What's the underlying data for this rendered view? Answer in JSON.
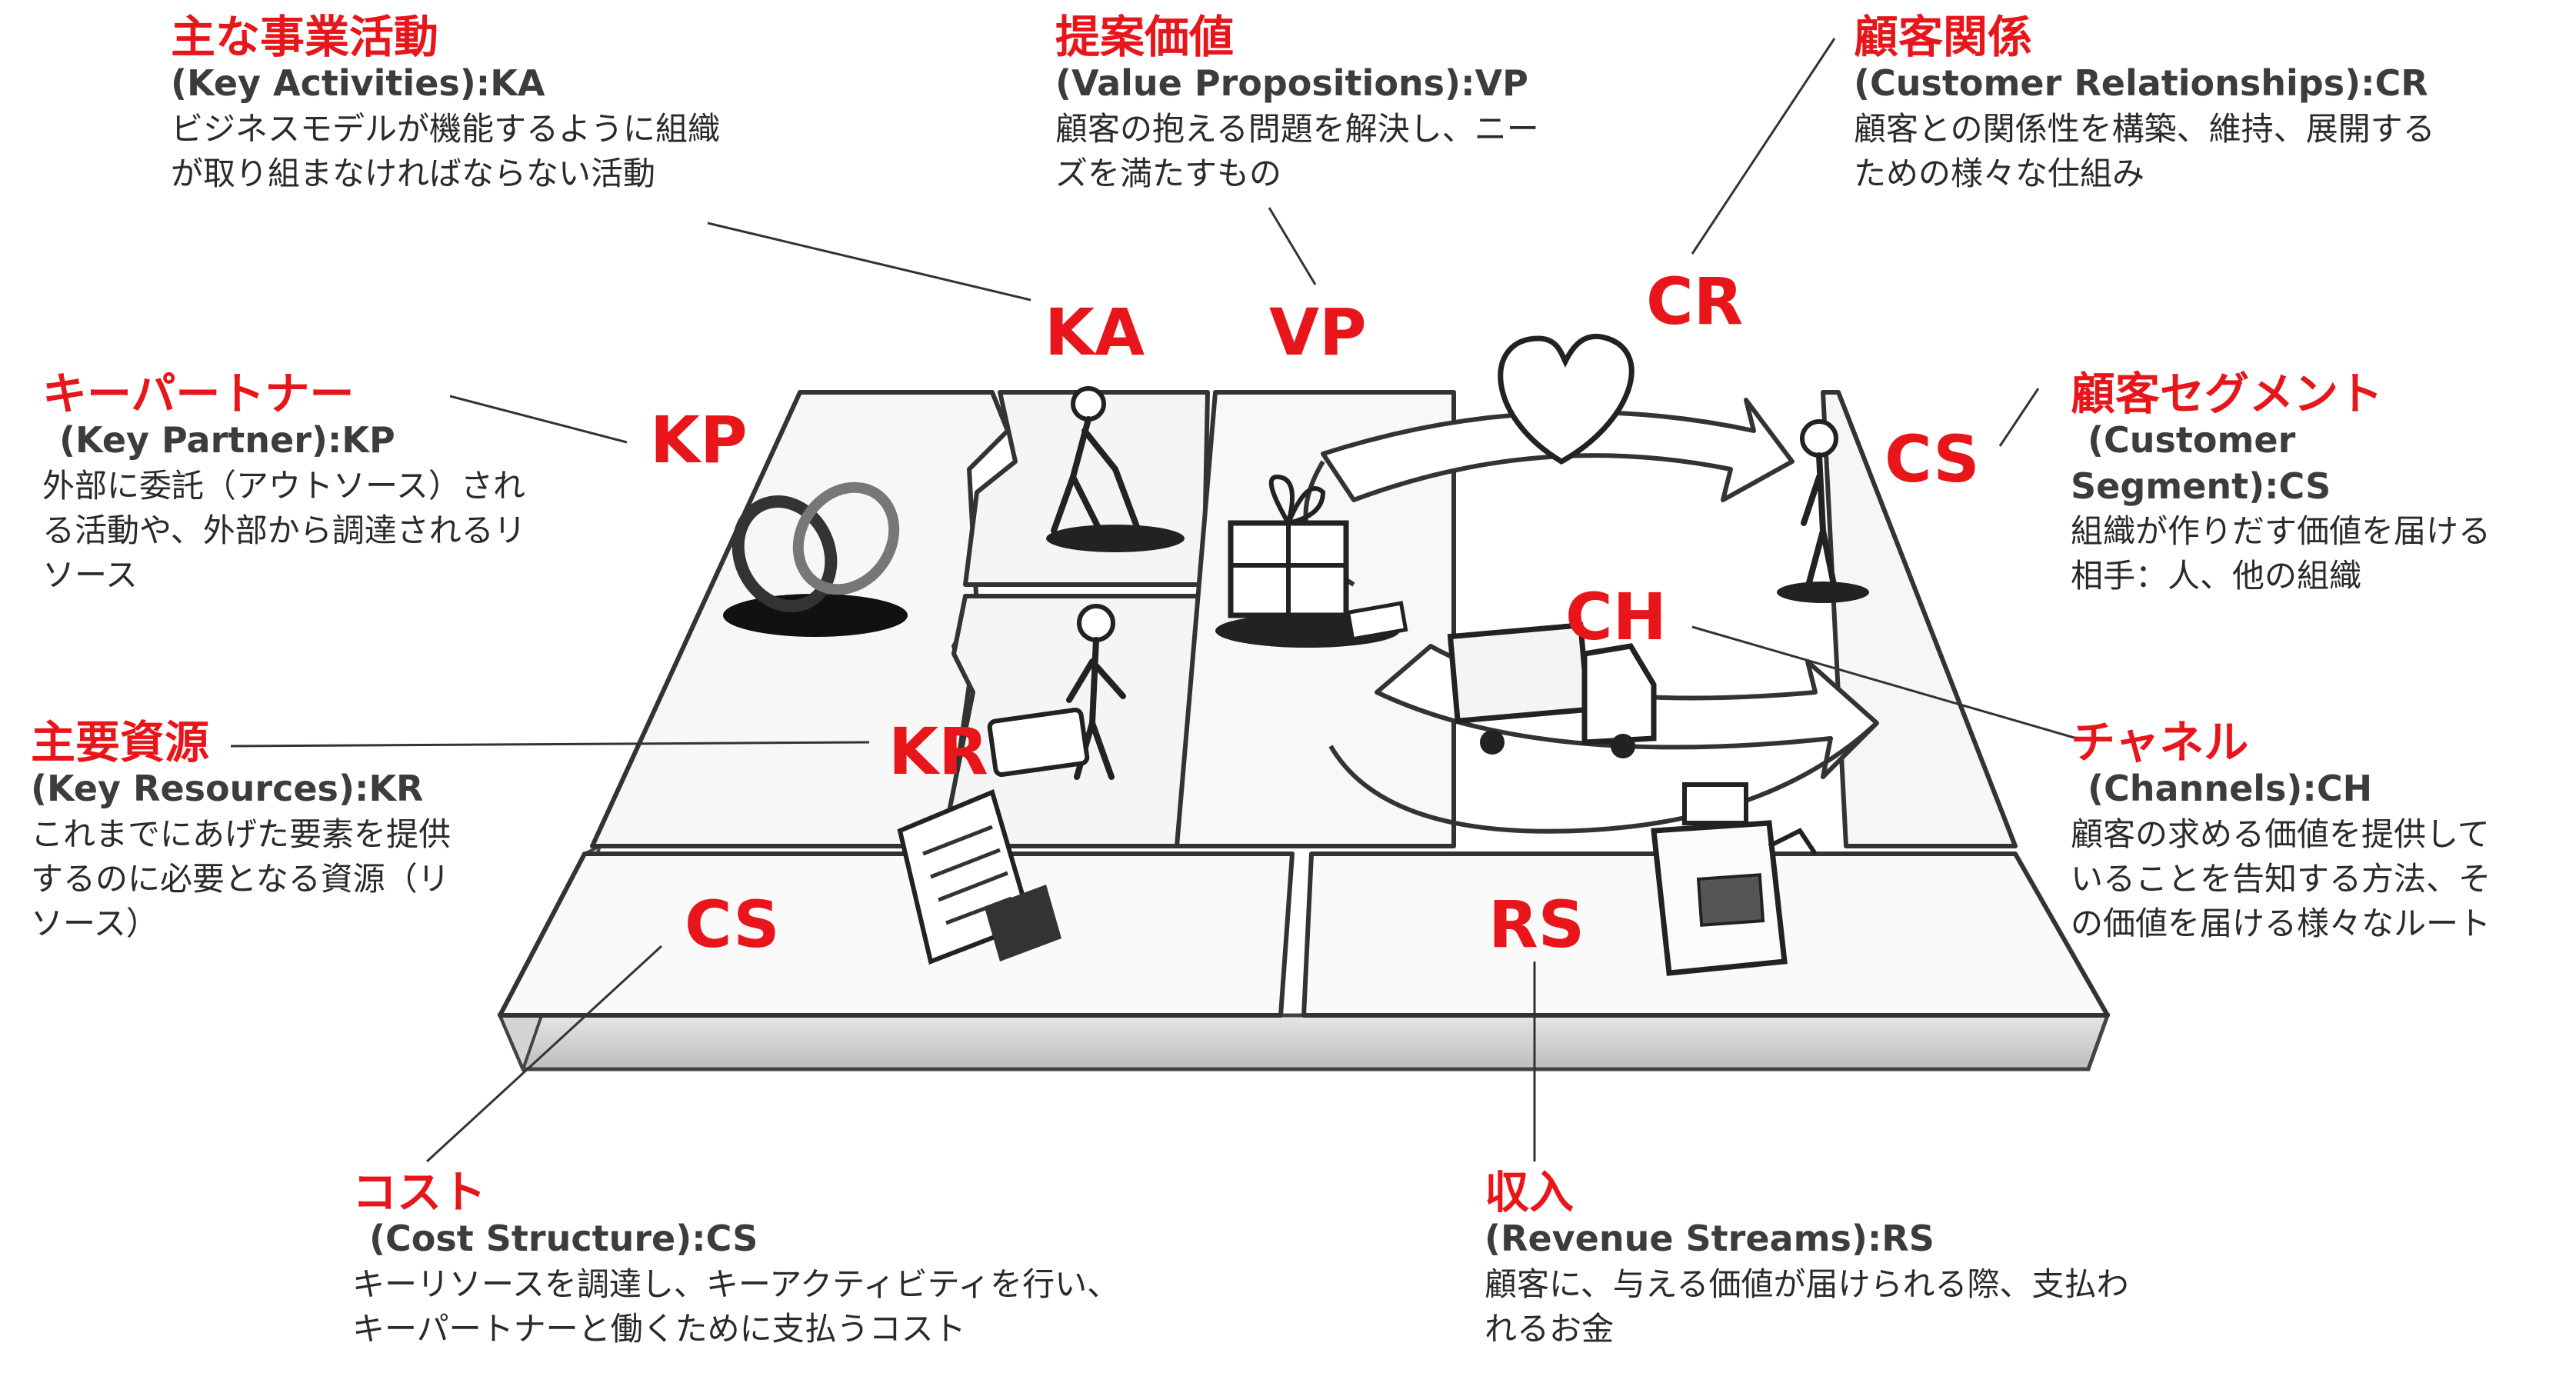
{
  "blocks": {
    "ka": {
      "ja": "主な事業活動",
      "en": "(Key Activities):KA",
      "desc": [
        "ビジネスモデルが機能するように組織",
        "が取り組まなければならない活動"
      ]
    },
    "vp": {
      "ja": "提案価値",
      "en": "(Value Propositions):VP",
      "desc": [
        "顧客の抱える問題を解決し、ニー",
        "ズを満たすもの"
      ]
    },
    "cr": {
      "ja": "顧客関係",
      "en": "(Customer Relationships):CR",
      "desc": [
        "顧客との関係性を構築、維持、展開する",
        "ための様々な仕組み"
      ]
    },
    "kp": {
      "ja": "キーパートナー",
      "en": "(Key Partner):KP",
      "desc": [
        "外部に委託（アウトソース）され",
        "る活動や、外部から調達されるリ",
        "ソース"
      ]
    },
    "cs_seg": {
      "ja": "顧客セグメント",
      "en": [
        "(Customer",
        "Segment):CS"
      ],
      "desc": [
        "組織が作りだす価値を届ける",
        "相手：人、他の組織"
      ]
    },
    "kr": {
      "ja": "主要資源",
      "en": "(Key Resources):KR",
      "desc": [
        "これまでにあげた要素を提供",
        "するのに必要となる資源（リ",
        "ソース）"
      ]
    },
    "ch": {
      "ja": "チャネル",
      "en": "(Channels):CH",
      "desc": [
        "顧客の求める価値を提供して",
        "いることを告知する方法、そ",
        "の価値を届ける様々なルート"
      ]
    },
    "cost": {
      "ja": "コスト",
      "en": "(Cost Structure):CS",
      "desc": [
        "キーリソースを調達し、キーアクティビティを行い、",
        "キーパートナーと働くために支払うコスト"
      ]
    },
    "rs": {
      "ja": "収入",
      "en": "(Revenue Streams):RS",
      "desc": [
        "顧客に、与える価値が届けられる際、支払わ",
        "れるお金"
      ]
    }
  },
  "codes": {
    "ka": "KA",
    "vp": "VP",
    "cr": "CR",
    "kp": "KP",
    "cs_seg": "CS",
    "ch": "CH",
    "kr": "KR",
    "cost": "CS",
    "rs": "RS"
  },
  "colors": {
    "accent": "#e8161b",
    "line": "#333333"
  }
}
